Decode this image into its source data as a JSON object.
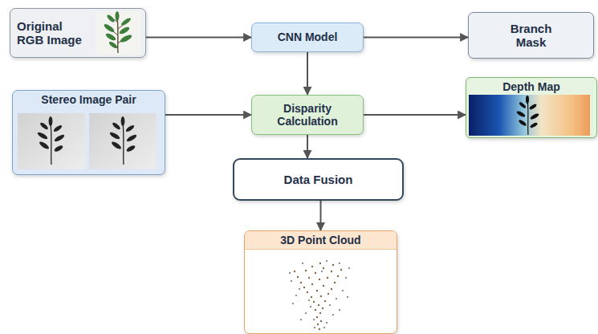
{
  "diagram": {
    "nodes": [
      {
        "text": [
          "Original RGB Image"
        ]
      },
      {
        "text": [
          "CNN Model"
        ]
      },
      {
        "text": [
          "Branch Mask"
        ]
      },
      {
        "text": [
          "Stereo Image Pair"
        ]
      },
      {
        "text": [
          "Disparity Calculation"
        ]
      },
      {
        "text": [
          "Depth Map"
        ]
      },
      {
        "text": [
          "Data Fusion"
        ]
      },
      {
        "text": [
          "3D Point Cloud"
        ]
      }
    ],
    "edges": [
      {
        "from": 0,
        "to": 1,
        "arrow": "to"
      },
      {
        "from": 1,
        "to": 2,
        "arrow": "to"
      },
      {
        "from": 1,
        "to": 4,
        "arrow": "to"
      },
      {
        "from": 3,
        "to": 4,
        "arrow": "to"
      },
      {
        "from": 4,
        "to": 5,
        "arrow": "to"
      },
      {
        "from": 4,
        "to": 6,
        "arrow": "to"
      },
      {
        "from": 6,
        "to": 7,
        "arrow": "to"
      }
    ]
  }
}
